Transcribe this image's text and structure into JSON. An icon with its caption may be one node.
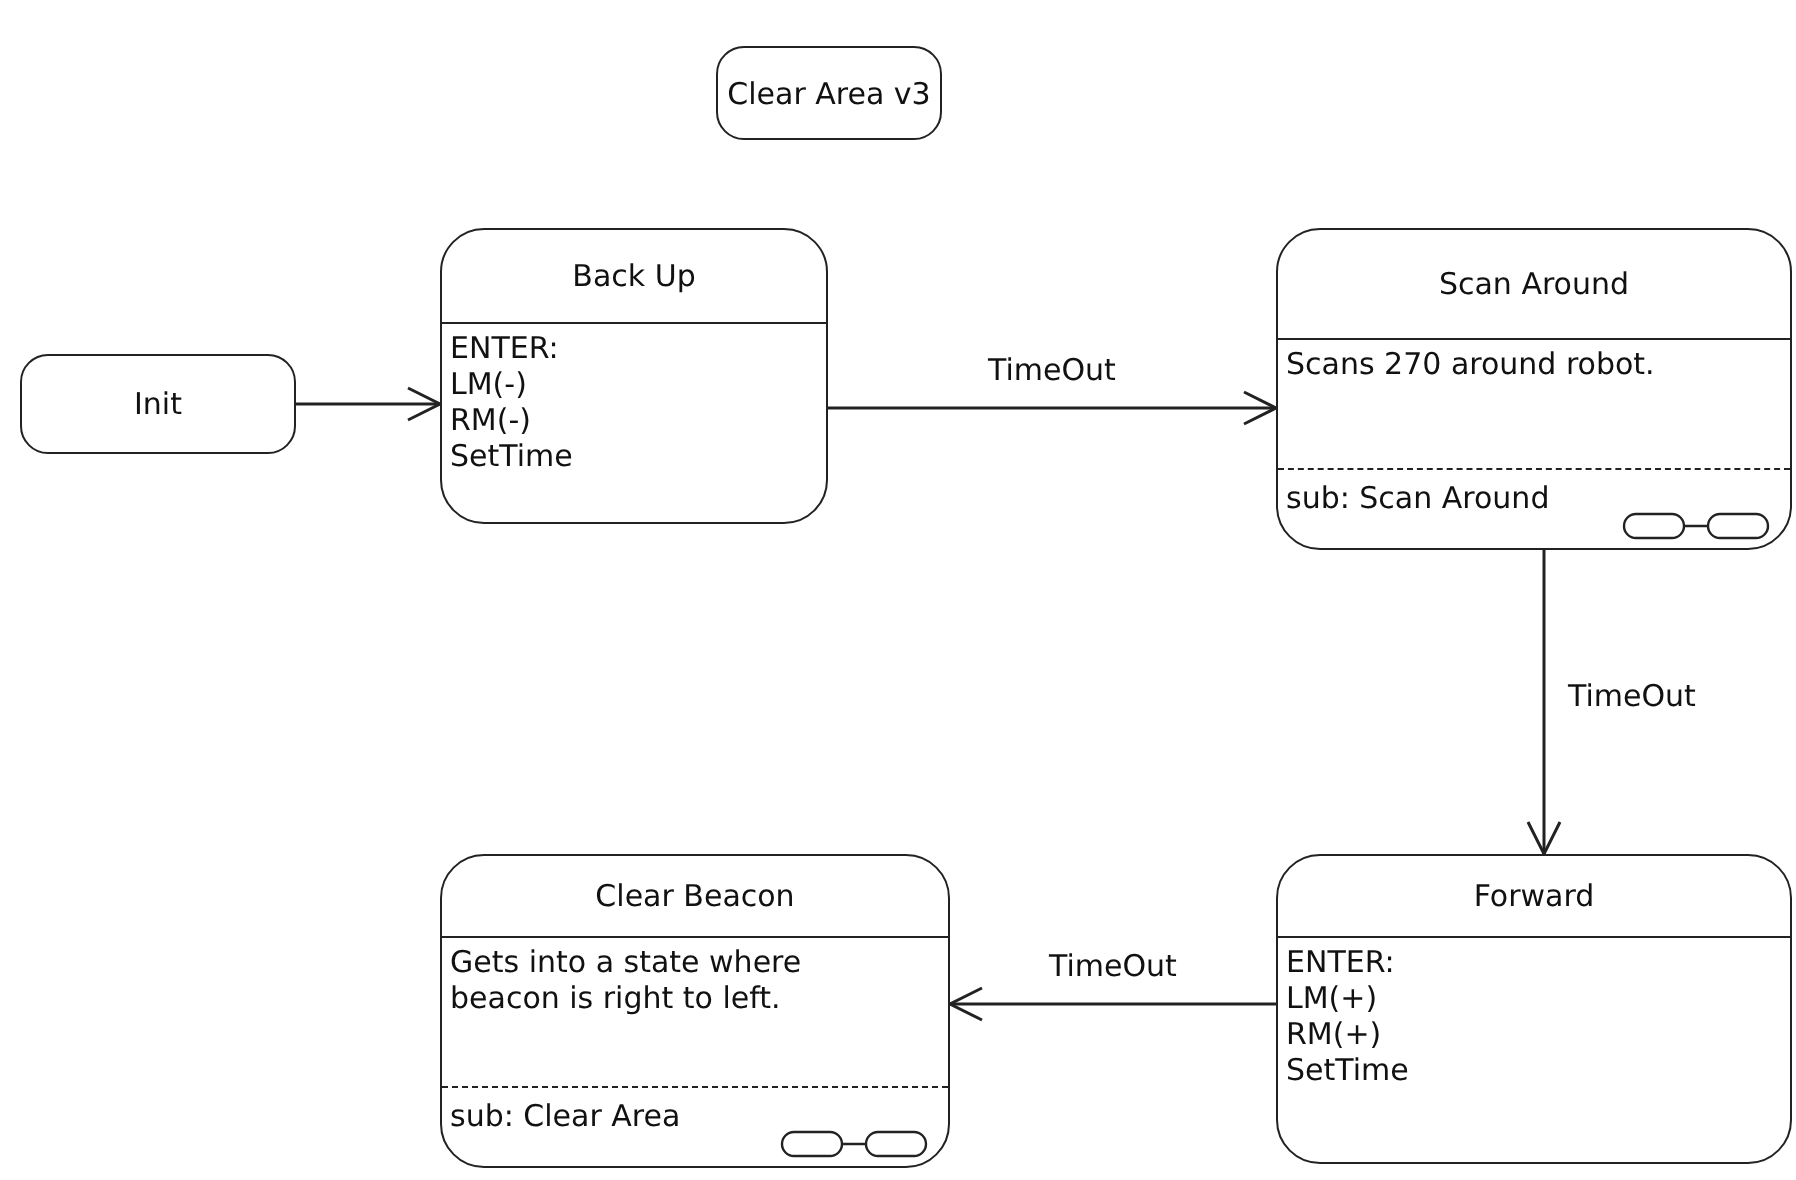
{
  "diagram": {
    "nodes": [
      {
        "text": [
          "Clear Area v3"
        ]
      },
      {
        "text": [
          "Init"
        ]
      },
      {
        "text": [
          "Back Up",
          "ENTER:",
          "LM(-)",
          "RM(-)",
          "SetTime"
        ]
      },
      {
        "text": [
          "Scan Around",
          "Scans 270 around robot.",
          "sub: Scan Around"
        ]
      },
      {
        "text": [
          "Forward",
          "ENTER:",
          "LM(+)",
          "RM(+)",
          "SetTime"
        ]
      },
      {
        "text": [
          "Clear Beacon",
          "Gets into a state where beacon is right to left.",
          "sub: Clear Area"
        ]
      }
    ],
    "edges": [
      {
        "from": 1,
        "to": 2,
        "arrow": "to"
      },
      {
        "from": 2,
        "to": 3,
        "arrow": "to",
        "label": "TimeOut"
      },
      {
        "from": 3,
        "to": 4,
        "arrow": "to",
        "label": "TimeOut"
      },
      {
        "from": 4,
        "to": 5,
        "arrow": "to",
        "label": "TimeOut"
      }
    ]
  }
}
